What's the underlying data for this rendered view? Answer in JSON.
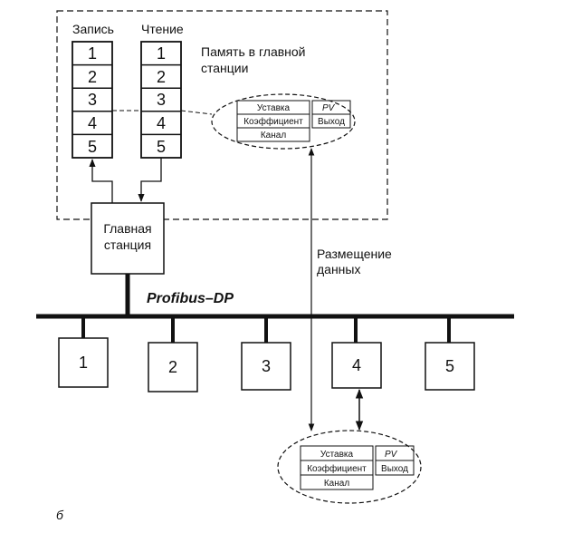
{
  "memory": {
    "write_header": "Запись",
    "read_header": "Чтение",
    "title_line1": "Память в главной",
    "title_line2": "станции",
    "write_cells": [
      "1",
      "2",
      "3",
      "4",
      "5"
    ],
    "read_cells": [
      "1",
      "2",
      "3",
      "4",
      "5"
    ]
  },
  "record_fields": {
    "setpoint": "Уставка",
    "coefficient": "Коэффициент",
    "channel": "Канал",
    "pv": "PV",
    "output": "Выход"
  },
  "master": {
    "line1": "Главная",
    "line2": "станция"
  },
  "bus": {
    "label": "Profibus–DP"
  },
  "slaves": [
    "1",
    "2",
    "3",
    "4",
    "5"
  ],
  "mapping": {
    "line1": "Размещение",
    "line2": "данных"
  },
  "figure_letter": "б",
  "colors": {
    "ink": "#111111",
    "paper": "#ffffff"
  }
}
